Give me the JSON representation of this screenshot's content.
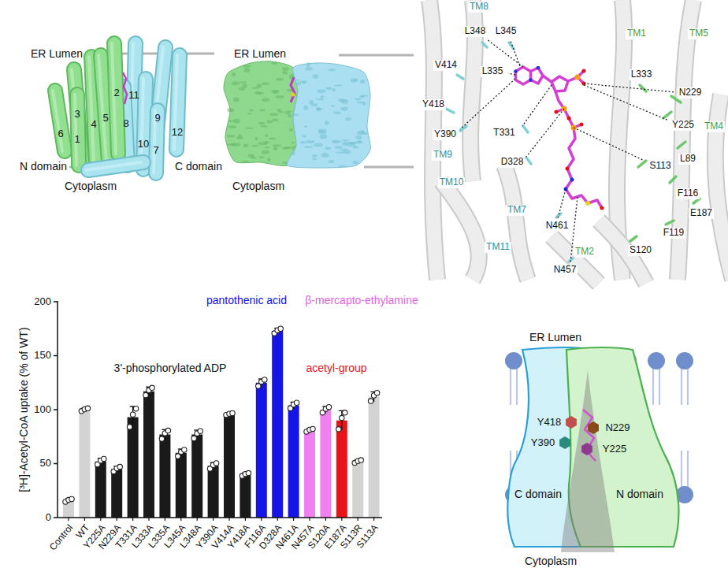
{
  "diagram": {
    "nodes": [
      {
        "text": [
          "C domain"
        ]
      },
      {
        "text": [
          "N domain"
        ]
      }
    ],
    "labels": [
      "ER Lumen",
      "N domain",
      "Cytoplasm",
      "C domain",
      "1",
      "2",
      "3",
      "4",
      "5",
      "6",
      "7",
      "8",
      "9",
      "10",
      "11",
      "12",
      "ER Lumen",
      "Cytoplasm",
      "TM8",
      "V414",
      "L348",
      "L345",
      "TM1",
      "TM5",
      "L335",
      "L333",
      "N229",
      "Y418",
      "T331",
      "Y225",
      "Y390",
      "TM4",
      "TM9",
      "L89",
      "D328",
      "S113",
      "TM10",
      "F116",
      "TM7",
      "E187",
      "N461",
      "F119",
      "TM11",
      "TM2",
      "S120",
      "N457",
      "200",
      "150",
      "100",
      "50",
      "0",
      "[³H]-Acetyl-CoA uptake (% of WT)",
      "pantothenic acid",
      "β-mercapto-ethylamine",
      "3'-phosphorylated ADP",
      "acetyl-group",
      "Control",
      "WT",
      "Y225A",
      "N229A",
      "T331A",
      "L333A",
      "L335A",
      "L345A",
      "L348A",
      "Y390A",
      "V414A",
      "Y418A",
      "F116A",
      "D328A",
      "N461A",
      "N457A",
      "S120A",
      "E187A",
      "S113R",
      "S113A",
      "ER Lumen",
      "Cytoplasm",
      "Y418",
      "N229",
      "Y390",
      "Y225"
    ]
  }
}
